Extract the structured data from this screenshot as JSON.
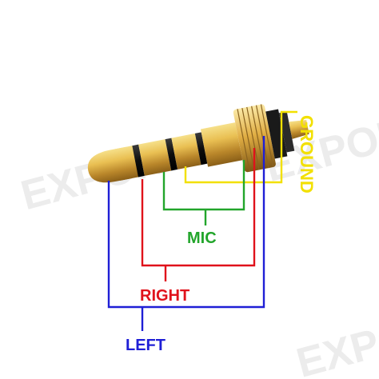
{
  "labels": {
    "ground": "GROUND",
    "mic": "MIC",
    "right": "RIGHT",
    "left": "LEFT"
  },
  "watermark": {
    "text": "EXPORTISE",
    "text_right": "EXPORT",
    "text_bottom": "EXPORT"
  },
  "colors": {
    "ground": "#f2e000",
    "mic": "#22a52b",
    "right": "#e0121b",
    "left": "#1f1fd6",
    "gold": "#d9a83a",
    "ring": "#111111"
  }
}
